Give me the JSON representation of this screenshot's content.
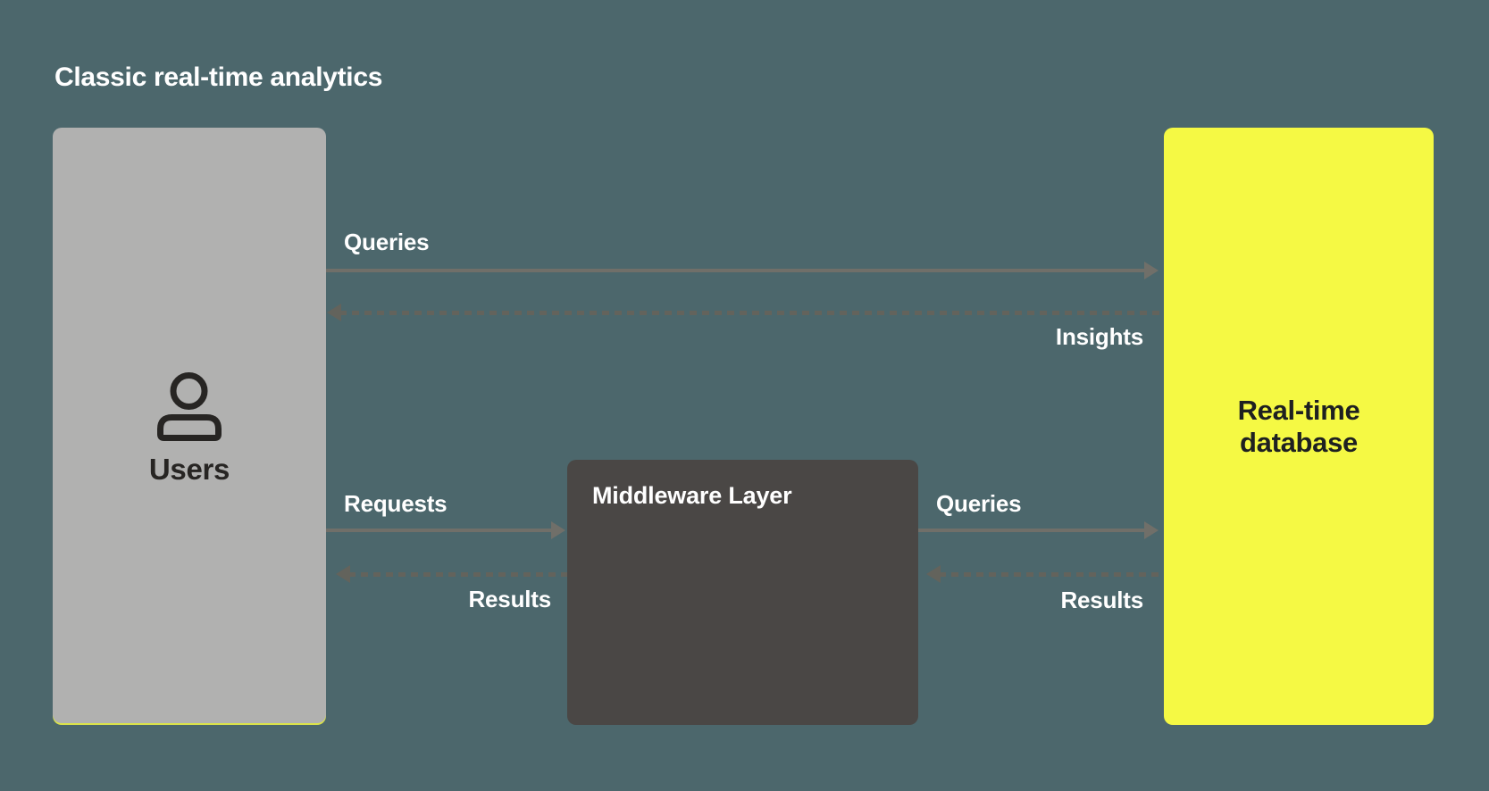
{
  "title": "Classic real-time analytics",
  "colors": {
    "background": "#4C676C",
    "users_box": "#B1B1B0",
    "middleware_box": "#4A4745",
    "database_box": "#F5F944",
    "arrow_solid": "#706F69",
    "arrow_dashed": "#63635C",
    "label_text": "#FFFFFF",
    "users_text": "#272523",
    "database_text": "#1E2021"
  },
  "nodes": {
    "users": {
      "label": "Users",
      "icon": "person-icon"
    },
    "middleware": {
      "label": "Middleware Layer"
    },
    "database": {
      "label": "Real-time database"
    }
  },
  "edges": [
    {
      "label": "Queries",
      "from": "users",
      "to": "database",
      "style": "solid",
      "direction": "right"
    },
    {
      "label": "Insights",
      "from": "database",
      "to": "users",
      "style": "dashed",
      "direction": "left"
    },
    {
      "label": "Requests",
      "from": "users",
      "to": "middleware",
      "style": "solid",
      "direction": "right"
    },
    {
      "label": "Results",
      "from": "middleware",
      "to": "users",
      "style": "dashed",
      "direction": "left"
    },
    {
      "label": "Queries",
      "from": "middleware",
      "to": "database",
      "style": "solid",
      "direction": "right"
    },
    {
      "label": "Results",
      "from": "database",
      "to": "middleware",
      "style": "dashed",
      "direction": "left"
    }
  ]
}
